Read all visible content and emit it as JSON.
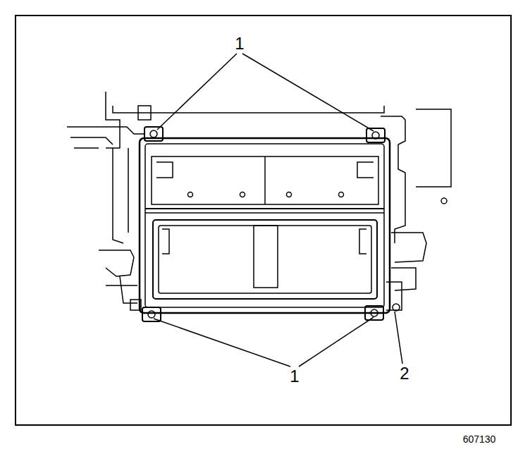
{
  "diagram": {
    "labels": [
      "1",
      "1",
      "2",
      "607130"
    ]
  }
}
